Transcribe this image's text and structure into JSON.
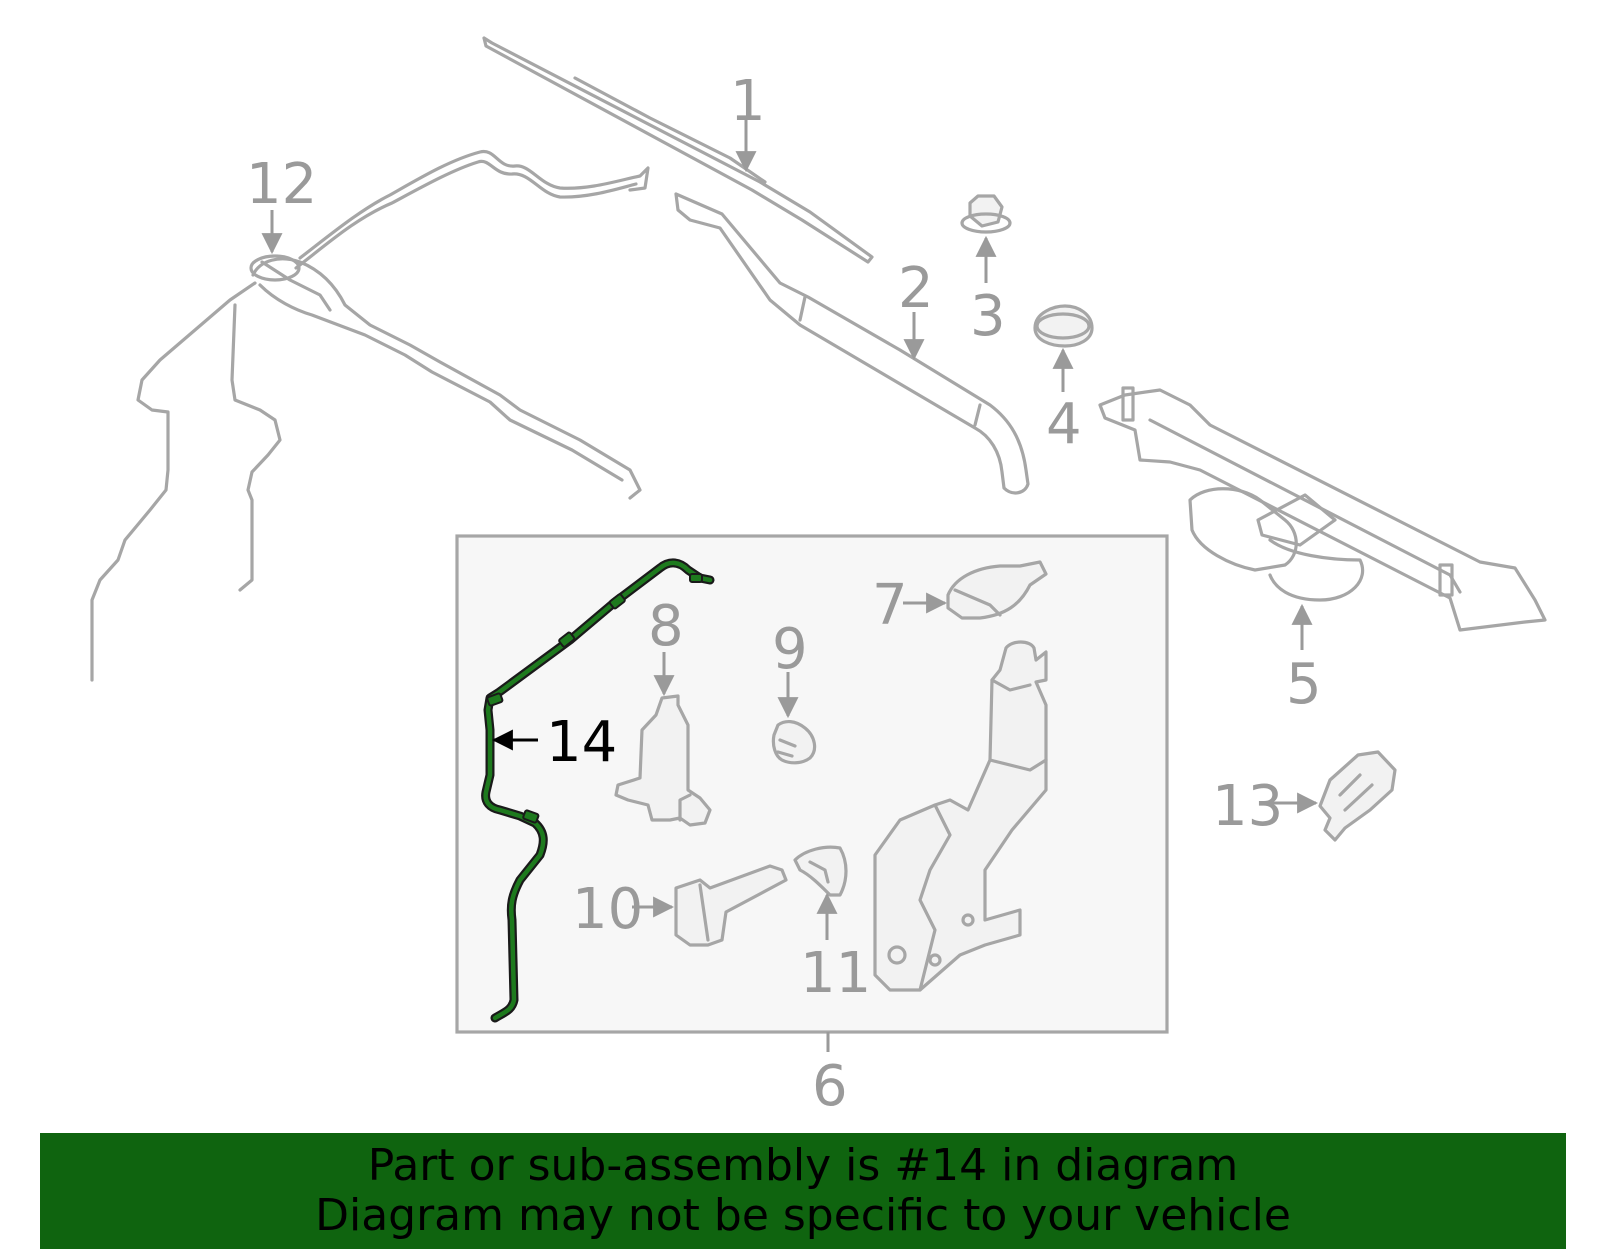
{
  "callouts": {
    "c1": "1",
    "c2": "2",
    "c3": "3",
    "c4": "4",
    "c5": "5",
    "c6": "6",
    "c7": "7",
    "c8": "8",
    "c9": "9",
    "c10": "10",
    "c11": "11",
    "c12": "12",
    "c13": "13",
    "c14": "14"
  },
  "highlighted_part": "14",
  "colors": {
    "part_line": "#a6a6a6",
    "highlight_part": "#1e7a1e",
    "banner_bg": "#0f640f",
    "banner_text": "#000000"
  },
  "banner": {
    "line1": "Part or sub-assembly is #14 in diagram",
    "line2": "Diagram may not be specific to your vehicle"
  }
}
